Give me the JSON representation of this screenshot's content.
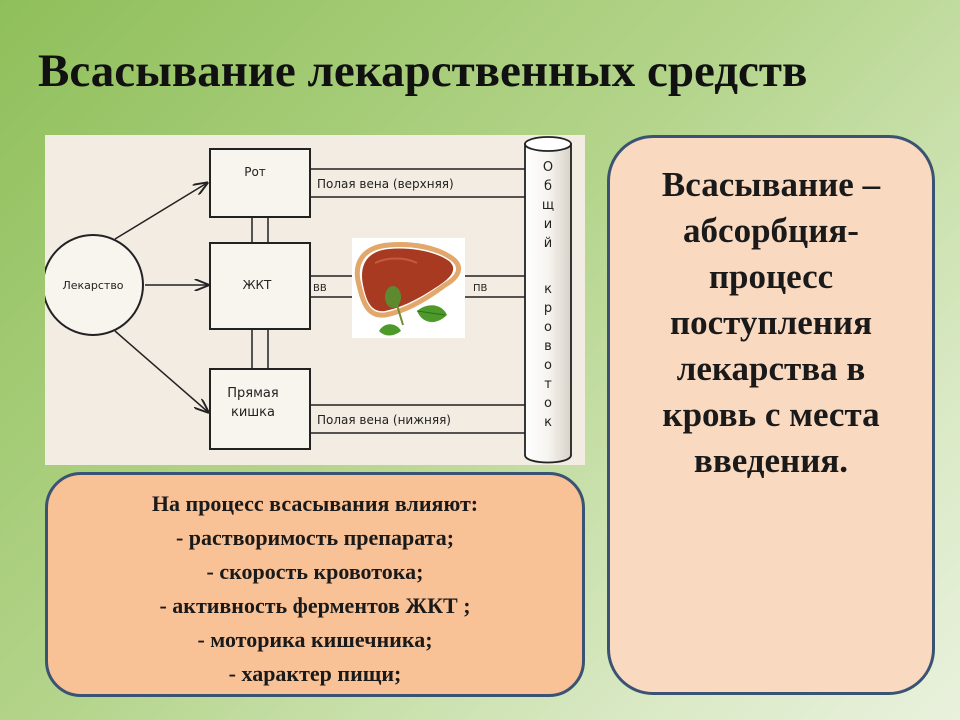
{
  "title": "Всасывание лекарственных средств",
  "diagram": {
    "drug_label": "Лекарство",
    "mouth_label": "Рот",
    "gi_label": "ЖКТ",
    "rectum_label_1": "Прямая",
    "rectum_label_2": "кишка",
    "upper_vein_label": "Полая вена (верхняя)",
    "lower_vein_label": "Полая вена (нижняя)",
    "vv_label": "ВВ",
    "pv_label": "ПВ",
    "circulation_letters": [
      "О",
      "б",
      "щ",
      "и",
      "й",
      "к",
      "р",
      "о",
      "в",
      "о",
      "т",
      "о",
      "к"
    ],
    "liver_icon": "liver-with-gallbladder-icon"
  },
  "definition": {
    "lines": [
      "Всасывание –",
      "абсорбция-",
      "процесс",
      "поступления",
      "лекарства в",
      "кровь с места",
      "введения."
    ]
  },
  "factors": {
    "lines": [
      "На процесс всасывания влияют:",
      "- растворимость  препарата;",
      "- скорость кровотока;",
      "- активность ферментов ЖКТ ;",
      "- моторика кишечника;",
      "- характер пищи;"
    ]
  },
  "colors": {
    "right_box_fill": "#fad9c1",
    "bottom_box_fill": "#f9c196",
    "box_border": "#3a5373",
    "diagram_bg": "#f3ece2"
  }
}
